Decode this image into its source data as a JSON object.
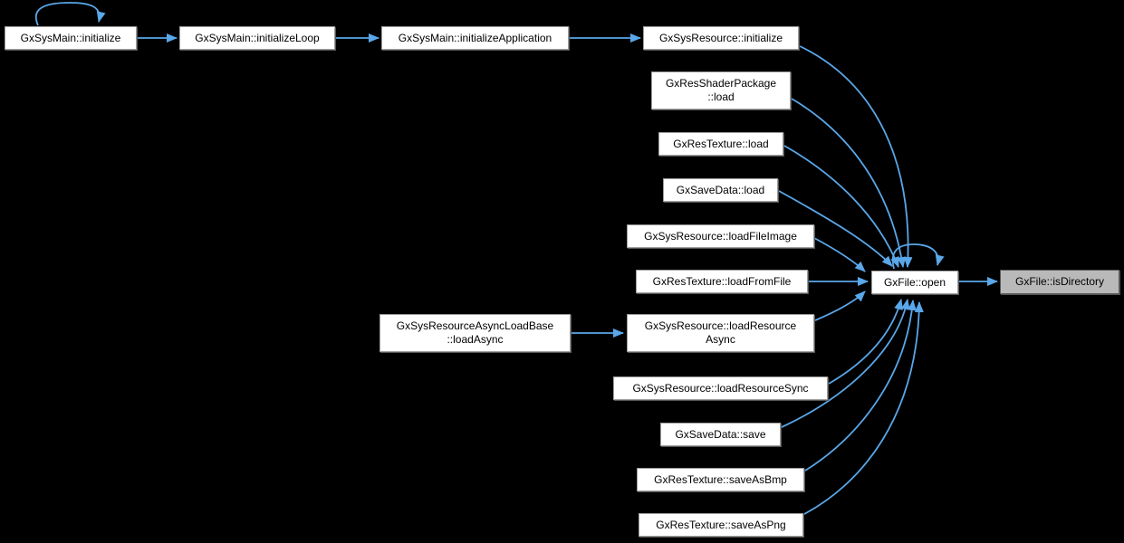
{
  "diagram": {
    "type": "doxygen-caller-graph",
    "focus_function": "GxFile::isDirectory",
    "colors": {
      "background": "#000000",
      "edge": "#5aa7e9",
      "node_fill": "#ffffff",
      "node_border": "#9d9d9d",
      "node_text": "#000000",
      "focus_node_fill": "#b9b9b9",
      "focus_node_border": "#585858"
    },
    "nodes": [
      {
        "id": "gxsysmain-initialize",
        "label": "GxSysMain::initialize",
        "self_loop": true,
        "focus": false
      },
      {
        "id": "gxsysmain-initializeloop",
        "label": "GxSysMain::initializeLoop",
        "self_loop": false,
        "focus": false
      },
      {
        "id": "gxsysmain-initializeapplication",
        "label": "GxSysMain::initializeApplication",
        "self_loop": false,
        "focus": false
      },
      {
        "id": "gxsysresource-initialize",
        "label": "GxSysResource::initialize",
        "self_loop": false,
        "focus": false
      },
      {
        "id": "gxresshaderpackage-load",
        "label": "GxResShaderPackage\n::load",
        "self_loop": false,
        "focus": false
      },
      {
        "id": "gxrestexture-load",
        "label": "GxResTexture::load",
        "self_loop": false,
        "focus": false
      },
      {
        "id": "gxsavedata-load",
        "label": "GxSaveData::load",
        "self_loop": false,
        "focus": false
      },
      {
        "id": "gxsysresource-loadfileimage",
        "label": "GxSysResource::loadFileImage",
        "self_loop": false,
        "focus": false
      },
      {
        "id": "gxrestexture-loadfromfile",
        "label": "GxResTexture::loadFromFile",
        "self_loop": false,
        "focus": false
      },
      {
        "id": "gxsysresourceasyncloadbase-loadasync",
        "label": "GxSysResourceAsyncLoadBase\n::loadAsync",
        "self_loop": false,
        "focus": false
      },
      {
        "id": "gxsysresource-loadresourceasync",
        "label": "GxSysResource::loadResource\nAsync",
        "self_loop": false,
        "focus": false
      },
      {
        "id": "gxsysresource-loadresourcesync",
        "label": "GxSysResource::loadResourceSync",
        "self_loop": false,
        "focus": false
      },
      {
        "id": "gxsavedata-save",
        "label": "GxSaveData::save",
        "self_loop": false,
        "focus": false
      },
      {
        "id": "gxrestexture-saveasbmp",
        "label": "GxResTexture::saveAsBmp",
        "self_loop": false,
        "focus": false
      },
      {
        "id": "gxrestexture-saveaspng",
        "label": "GxResTexture::saveAsPng",
        "self_loop": false,
        "focus": false
      },
      {
        "id": "gxfile-open",
        "label": "GxFile::open",
        "self_loop": true,
        "focus": false
      },
      {
        "id": "gxfile-isdirectory",
        "label": "GxFile::isDirectory",
        "self_loop": false,
        "focus": true
      }
    ],
    "edges": [
      {
        "from": "GxSysMain::initialize",
        "to": "GxSysMain::initialize"
      },
      {
        "from": "GxSysMain::initialize",
        "to": "GxSysMain::initializeLoop"
      },
      {
        "from": "GxSysMain::initializeLoop",
        "to": "GxSysMain::initializeApplication"
      },
      {
        "from": "GxSysMain::initializeApplication",
        "to": "GxSysResource::initialize"
      },
      {
        "from": "GxSysResource::initialize",
        "to": "GxFile::open"
      },
      {
        "from": "GxResShaderPackage::load",
        "to": "GxFile::open"
      },
      {
        "from": "GxResTexture::load",
        "to": "GxFile::open"
      },
      {
        "from": "GxSaveData::load",
        "to": "GxFile::open"
      },
      {
        "from": "GxSysResource::loadFileImage",
        "to": "GxFile::open"
      },
      {
        "from": "GxResTexture::loadFromFile",
        "to": "GxFile::open"
      },
      {
        "from": "GxSysResourceAsyncLoadBase::loadAsync",
        "to": "GxSysResource::loadResourceAsync"
      },
      {
        "from": "GxSysResource::loadResourceAsync",
        "to": "GxFile::open"
      },
      {
        "from": "GxSysResource::loadResourceSync",
        "to": "GxFile::open"
      },
      {
        "from": "GxSaveData::save",
        "to": "GxFile::open"
      },
      {
        "from": "GxResTexture::saveAsBmp",
        "to": "GxFile::open"
      },
      {
        "from": "GxResTexture::saveAsPng",
        "to": "GxFile::open"
      },
      {
        "from": "GxFile::open",
        "to": "GxFile::open"
      },
      {
        "from": "GxFile::open",
        "to": "GxFile::isDirectory"
      }
    ]
  }
}
